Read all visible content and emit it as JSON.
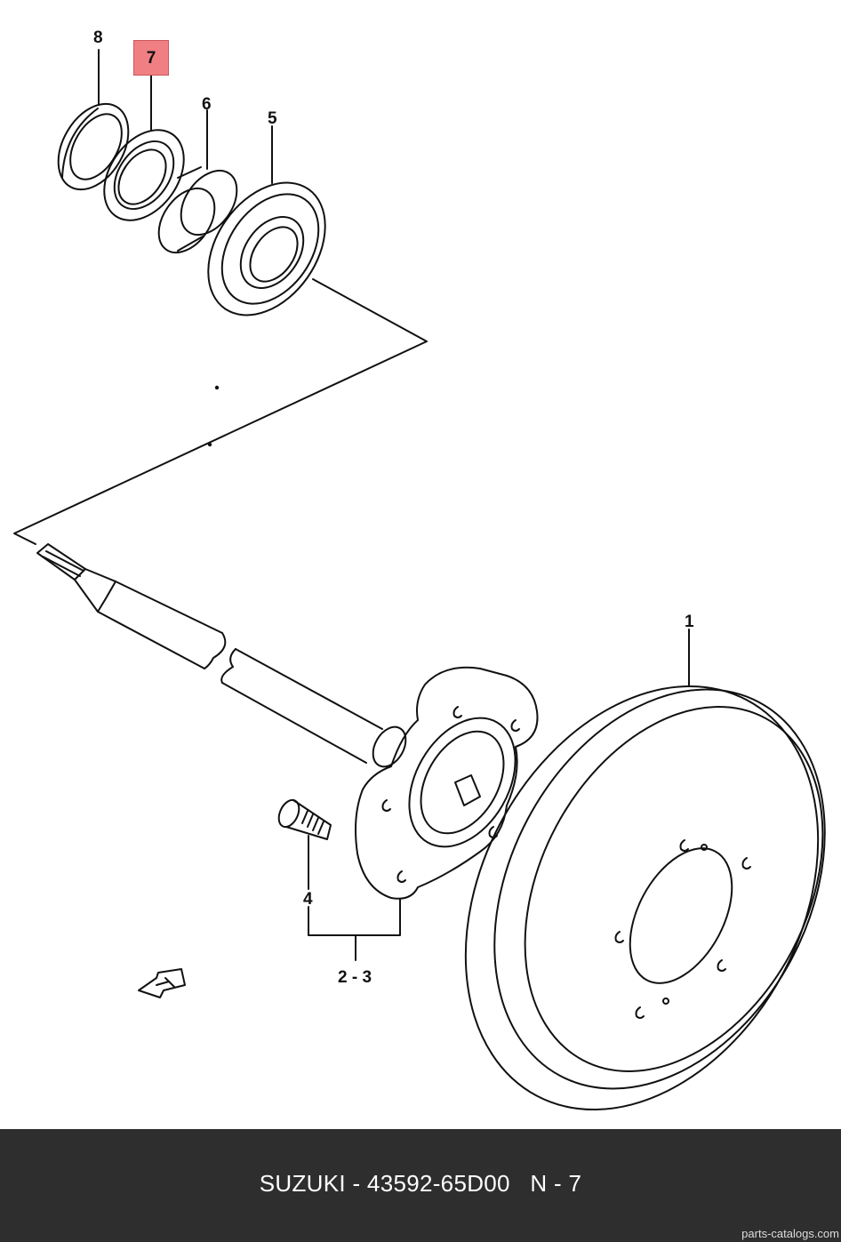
{
  "callouts": {
    "c8": "8",
    "c7": "7",
    "c6": "6",
    "c5": "5",
    "c1": "1",
    "c4": "4",
    "c23": "2 - 3"
  },
  "footer": {
    "title": "SUZUKI - 43592-65D00   N - 7",
    "watermark": "parts-catalogs.com"
  },
  "highlight_color": "#f07f83"
}
